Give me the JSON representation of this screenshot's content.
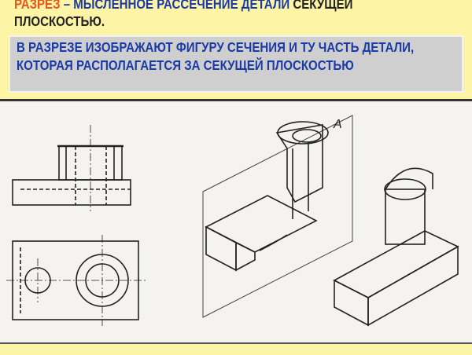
{
  "heading": {
    "term": "РАЗРЕЗ",
    "definition": " – МЫСЛЕННОЕ РАССЕЧЕНИЕ ДЕТАЛИ",
    "tail": " СЕКУЩЕЙ ПЛОСКОСТЬЮ."
  },
  "note": "В РАЗРЕЗЕ ИЗОБРАЖАЮТ ФИГУРУ СЕЧЕНИЯ И ТУ ЧАСТЬ ДЕТАЛИ, КОТОРАЯ РАСПОЛАГАЕТСЯ ЗА СЕКУЩЕЙ ПЛОСКОСТЬЮ",
  "drawing": {
    "plane_label": "A"
  },
  "colors": {
    "background": "#fdf4a6",
    "term": "#e8561c",
    "accent": "#1a3aa8",
    "note_box": "#cfcfcf"
  }
}
